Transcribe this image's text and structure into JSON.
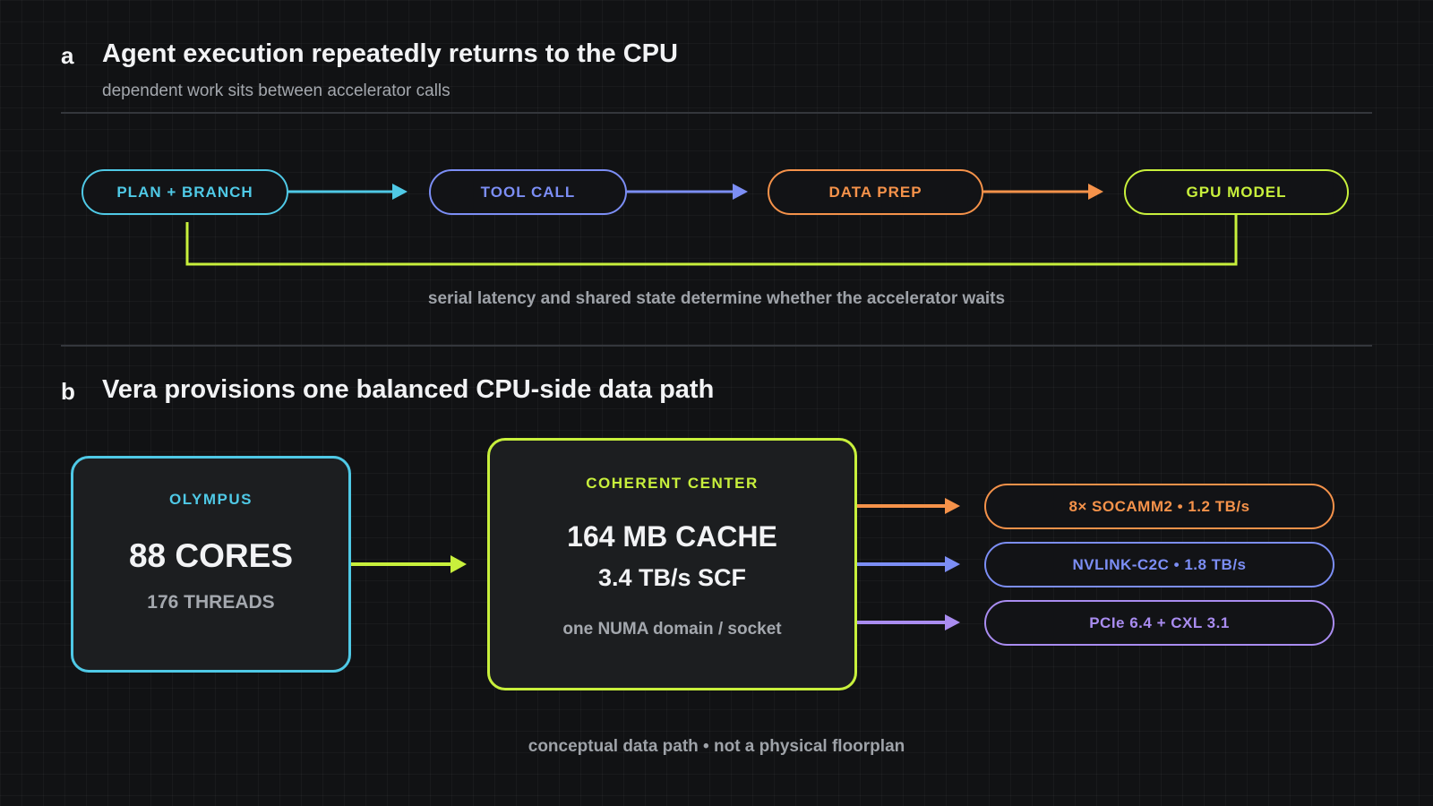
{
  "panel_a": {
    "letter": "a",
    "title": "Agent execution repeatedly returns to the CPU",
    "subtitle": "dependent work sits between accelerator calls",
    "steps": [
      {
        "label": "PLAN + BRANCH",
        "color": "#4fc9e6"
      },
      {
        "label": "TOOL CALL",
        "color": "#7c8ef5"
      },
      {
        "label": "DATA PREP",
        "color": "#f5924a"
      },
      {
        "label": "GPU MODEL",
        "color": "#c8f03c"
      }
    ],
    "loop_color": "#c8f03c",
    "note": "serial latency and shared state determine whether the accelerator waits"
  },
  "panel_b": {
    "letter": "b",
    "title": "Vera provisions one balanced CPU-side data path",
    "cpu": {
      "label": "OLYMPUS",
      "cores": "88 CORES",
      "threads": "176 THREADS",
      "color": "#4fc9e6"
    },
    "center": {
      "label": "COHERENT CENTER",
      "cache": "164 MB CACHE",
      "fabric": "3.4 TB/s SCF",
      "numa": "one NUMA domain / socket",
      "color": "#c8f03c"
    },
    "outputs": [
      {
        "label": "8× SOCAMM2 • 1.2 TB/s",
        "color": "#f5924a"
      },
      {
        "label": "NVLINK-C2C • 1.8 TB/s",
        "color": "#7c8ef5"
      },
      {
        "label": "PCIe 6.4 + CXL 3.1",
        "color": "#a98cf0"
      }
    ],
    "footnote": "conceptual data path • not a physical floorplan"
  }
}
